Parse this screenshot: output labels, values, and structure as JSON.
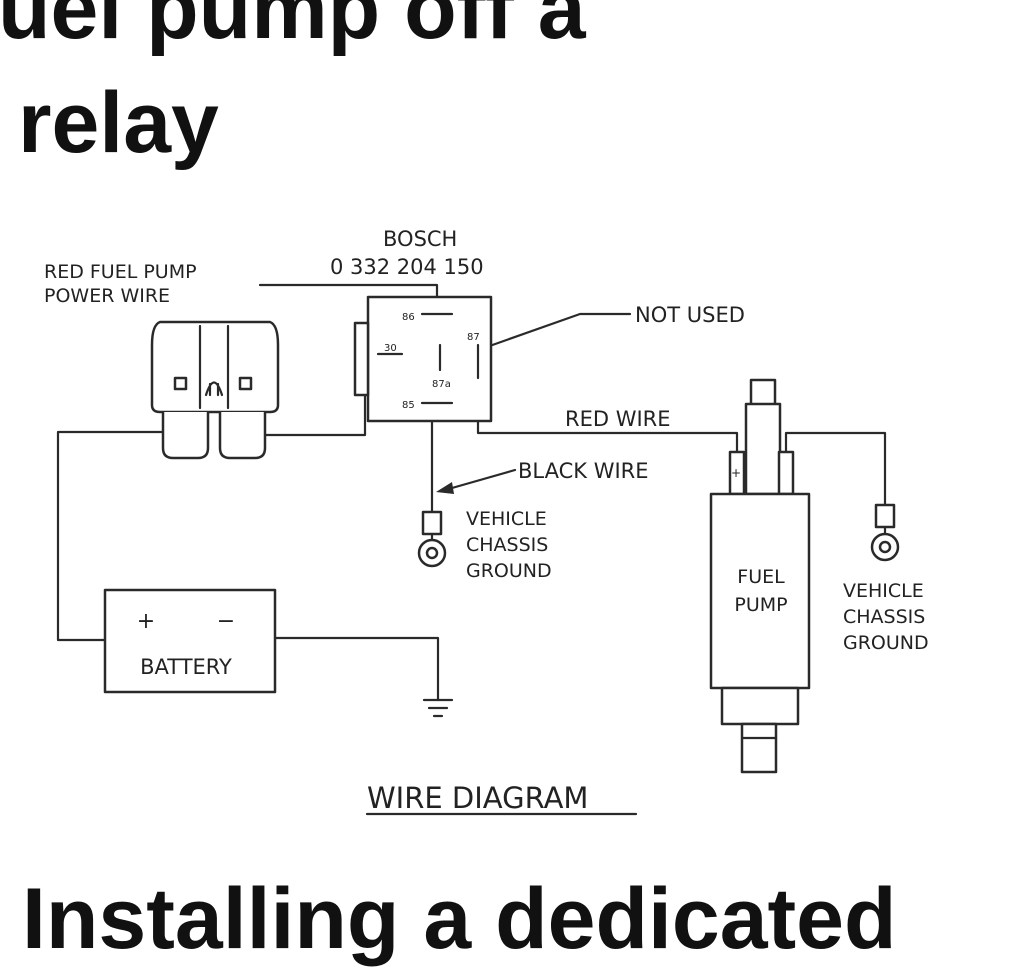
{
  "heading": {
    "line1": "uel pump off a",
    "line2": "relay",
    "line3": "Installing a dedicated"
  },
  "diagram": {
    "relay_brand": "BOSCH",
    "relay_part": "0 332 204 150",
    "power_label_line1": "RED FUEL PUMP",
    "power_label_line2": "POWER WIRE",
    "not_used": "NOT USED",
    "red_wire": "RED WIRE",
    "black_wire": "BLACK WIRE",
    "ground1": [
      "VEHICLE",
      "CHASSIS",
      "GROUND"
    ],
    "ground2": [
      "VEHICLE",
      "CHASSIS",
      "GROUND"
    ],
    "pump_label": [
      "FUEL",
      "PUMP"
    ],
    "battery_plus": "+",
    "battery_minus": "−",
    "battery_label": "BATTERY",
    "pin_86": "86",
    "pin_30": "30",
    "pin_87": "87",
    "pin_87a": "87a",
    "pin_85": "85",
    "pump_terminal": "+",
    "caption": "WIRE DIAGRAM"
  }
}
